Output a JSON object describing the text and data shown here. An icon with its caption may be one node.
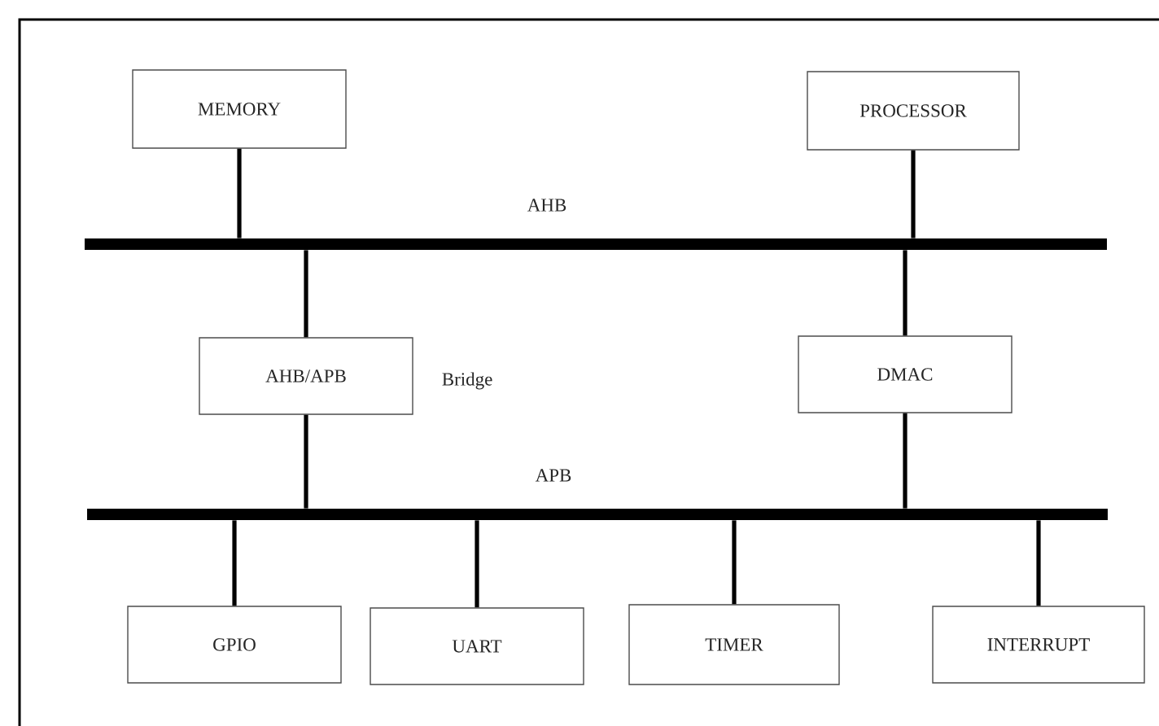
{
  "diagram": {
    "nodes": [
      {
        "text": [
          "MEMORY"
        ]
      },
      {
        "text": [
          "PROCESSOR"
        ]
      },
      {
        "text": [
          "AHB"
        ]
      },
      {
        "text": [
          "AHB/APB"
        ],
        "beside": [
          "Bridge"
        ]
      },
      {
        "text": [
          "DMAC"
        ]
      },
      {
        "text": [
          "APB"
        ]
      },
      {
        "text": [
          "GPIO"
        ]
      },
      {
        "text": [
          "UART"
        ]
      },
      {
        "text": [
          "TIMER"
        ]
      },
      {
        "text": [
          "INTERRUPT"
        ]
      }
    ],
    "edges": [
      {
        "from": 0,
        "to": 2,
        "arrow": "none"
      },
      {
        "from": 1,
        "to": 2,
        "arrow": "none"
      },
      {
        "from": 2,
        "to": 3,
        "arrow": "none"
      },
      {
        "from": 2,
        "to": 4,
        "arrow": "none"
      },
      {
        "from": 3,
        "to": 5,
        "arrow": "none"
      },
      {
        "from": 4,
        "to": 5,
        "arrow": "none"
      },
      {
        "from": 5,
        "to": 6,
        "arrow": "none"
      },
      {
        "from": 5,
        "to": 7,
        "arrow": "none"
      },
      {
        "from": 5,
        "to": 8,
        "arrow": "none"
      },
      {
        "from": 5,
        "to": 9,
        "arrow": "none"
      }
    ]
  }
}
